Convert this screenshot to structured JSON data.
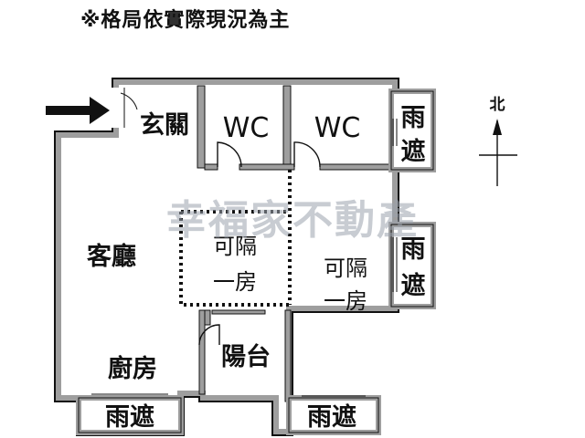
{
  "note": "※格局依實際現況為主",
  "watermark": "幸福家不動產",
  "compass": {
    "label": "北"
  },
  "rooms": {
    "entrance": "玄關",
    "wc1": "WC",
    "wc2": "WC",
    "living": "客廳",
    "kitchen": "廚房",
    "balcony": "陽台",
    "flex_room1": [
      "可隔",
      "一房"
    ],
    "flex_room2": [
      "可隔",
      "一房"
    ],
    "awning_top": [
      "雨",
      "遮"
    ],
    "awning_right": [
      "雨",
      "遮"
    ],
    "awning_bottom_left": "雨遮",
    "awning_bottom_right": "雨遮"
  },
  "colors": {
    "wall": "#9e9e9e",
    "line": "#111111",
    "watermark": "#9aa3ad"
  }
}
